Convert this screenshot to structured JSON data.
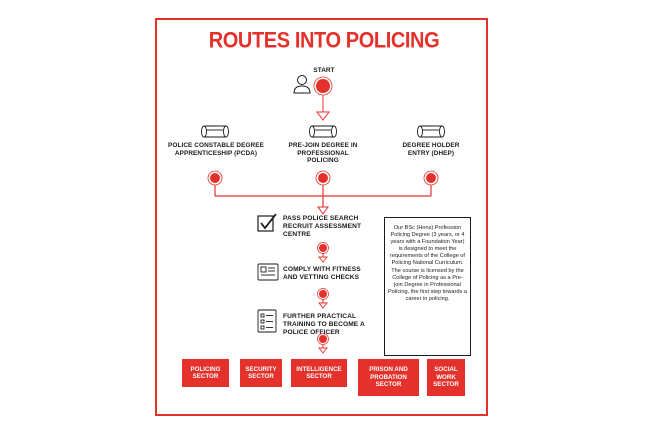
{
  "title": "ROUTES INTO POLICING",
  "start": {
    "label": "START"
  },
  "entry_routes": [
    {
      "label": "POLICE CONSTABLE DEGREE APPRENTICESHIP (PCDA)"
    },
    {
      "label": "PRE-JOIN DEGREE IN PROFESSIONAL POLICING"
    },
    {
      "label": "DEGREE HOLDER ENTRY (DHEP)"
    }
  ],
  "steps": [
    {
      "label": "PASS POLICE SEARCH RECRUIT ASSESSMENT CENTRE",
      "icon": "checkbox-tick-icon"
    },
    {
      "label": "COMPLY WITH FITNESS AND VETTING CHECKS",
      "icon": "id-card-icon"
    },
    {
      "label": "FURTHER PRACTICAL TRAINING TO BECOME A POLICE OFFICER",
      "icon": "checklist-icon"
    }
  ],
  "info_text": "Our BSc (Hons) Profession Policing Degree (3 years, or 4 years with a Foundation Year) is designed to meet the requirements of the College of Policing National Curriculum. The course is licensed by the College of Policing as a Pre-join Degree in Professional Policing, the first step towards a career in policing.",
  "sectors": [
    {
      "label": "POLICING SECTOR"
    },
    {
      "label": "SECURITY SECTOR"
    },
    {
      "label": "INTELLIGENCE SECTOR"
    },
    {
      "label": "PRISON AND PROBATION SECTOR"
    },
    {
      "label": "SOCIAL WORK SECTOR"
    }
  ],
  "colors": {
    "accent": "#e4312b",
    "ink": "#1a1a1a"
  }
}
